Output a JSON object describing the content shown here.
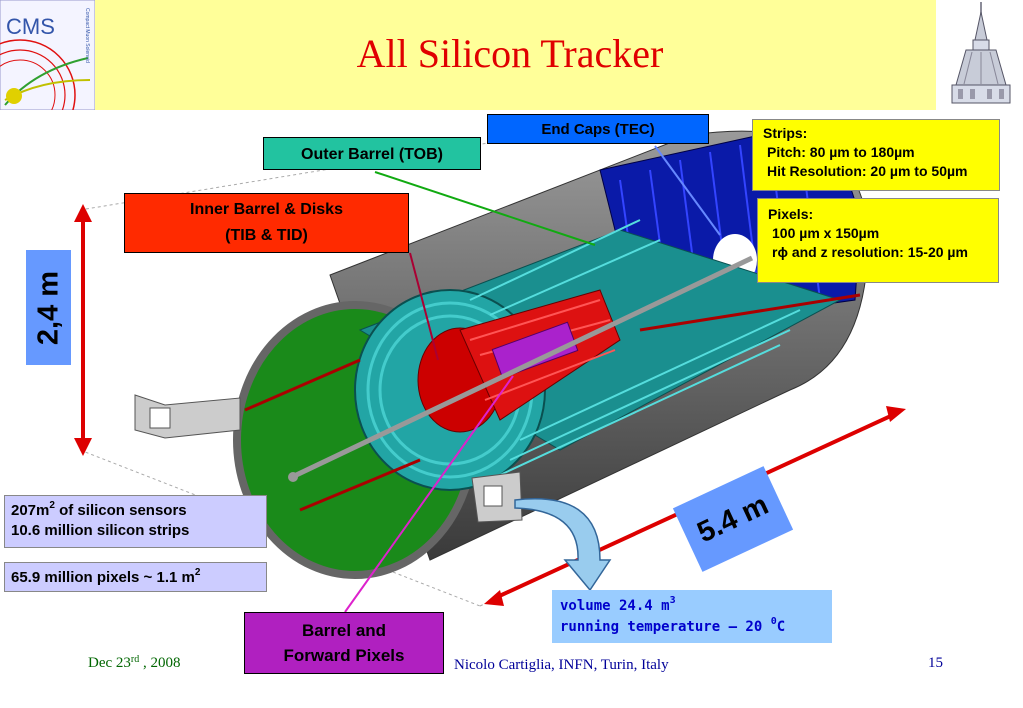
{
  "slide": {
    "title": "All Silicon Tracker",
    "logo_left_text": "CMS",
    "logo_left_small": "Compact Muon Solenoid"
  },
  "labels": {
    "tec": "End Caps (TEC)",
    "tob": "Outer Barrel (TOB)",
    "tib_line1": "Inner Barrel & Disks",
    "tib_line2": "(TIB & TID)",
    "pixels_line1": "Barrel and",
    "pixels_line2": "Forward Pixels"
  },
  "strips": {
    "heading": "Strips:",
    "pitch": "Pitch:  80 µm to 180µm",
    "resolution": "Hit Resolution: 20 µm to 50µm"
  },
  "pixels": {
    "heading": "Pixels:",
    "size": "100 µm x 150µm",
    "resolution": "rϕ and z resolution: 15-20 µm"
  },
  "sensors": {
    "area_value": "207m",
    "area_sup": "2",
    "area_rest": " of silicon sensors",
    "strips_count": "10.6 million silicon strips"
  },
  "pixel_count": {
    "text": "65.9 million pixels ~ 1.1 m",
    "sup": "2"
  },
  "volume": {
    "line1": "volume 24.4 m",
    "line1_sup": "3",
    "line2": "running temperature  – 20 ",
    "line2_sup": "0",
    "line2_unit": "C"
  },
  "dimensions": {
    "height": "2,4 m",
    "length": "5.4 m"
  },
  "footer": {
    "date_prefix": "Dec 23",
    "date_sup": "rd",
    "date_suffix": " , 2008",
    "author": "Nicolo Cartiglia, INFN, Turin, Italy",
    "page": "15"
  },
  "colors": {
    "header_band": "#ffff99",
    "title": "#e00000",
    "tec_blue": "#0066ff",
    "tob_teal": "#22c3a0",
    "tib_red": "#ff2a00",
    "pixel_purple": "#b020c0",
    "info_yellow": "#ffff00",
    "info_lavender": "#ccccff",
    "volume_blue": "#99ccff",
    "dimension_blue": "#6699ff"
  }
}
